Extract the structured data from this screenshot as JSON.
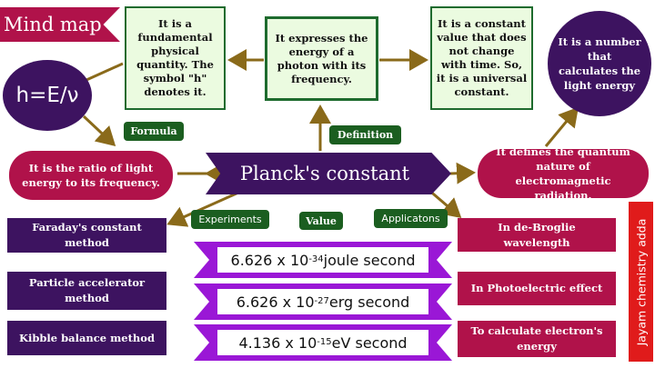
{
  "title": "Mind map",
  "formula": "h=E/ν",
  "center": "Planck's constant",
  "boxes": {
    "physical": "It is a fundamental physical quantity. The symbol \"h\" denotes it.",
    "expresses": "It expresses the energy of a photon with its frequency.",
    "constant": "It is a constant value that does not change with time. So, it is a universal constant.",
    "number": "It is a number that calculates the light energy"
  },
  "tags": {
    "formula": "Formula",
    "definition": "Definition",
    "experiments": "Experiments",
    "value": "Value",
    "applications": "Applicatons"
  },
  "pills": {
    "ratio": "It is the ratio of light energy to its frequency.",
    "quantum": "It defines the quantum nature of electromagnetic radiation."
  },
  "experiments": [
    "Faraday's constant method",
    "Particle accelerator method",
    "Kibble balance method"
  ],
  "values": [
    {
      "mantissa": "6.626 x 10",
      "exponent": "-34",
      "unit": " joule second"
    },
    {
      "mantissa": "6.626 x 10",
      "exponent": "-27",
      "unit": " erg second"
    },
    {
      "mantissa": "4.136 x 10",
      "exponent": "-15",
      "unit": " eV second"
    }
  ],
  "applications": [
    "In de-Broglie wavelength",
    "In Photoelectric effect",
    "To calculate electron's energy"
  ],
  "watermark": "Jayam chemistry adda",
  "colors": {
    "purple": "#3d1360",
    "crimson": "#b0124a",
    "green": "#1b5e20",
    "arrow": "#8a6a1a",
    "value_ribbon": "#9a17d6",
    "watermark": "#e01b1b"
  }
}
